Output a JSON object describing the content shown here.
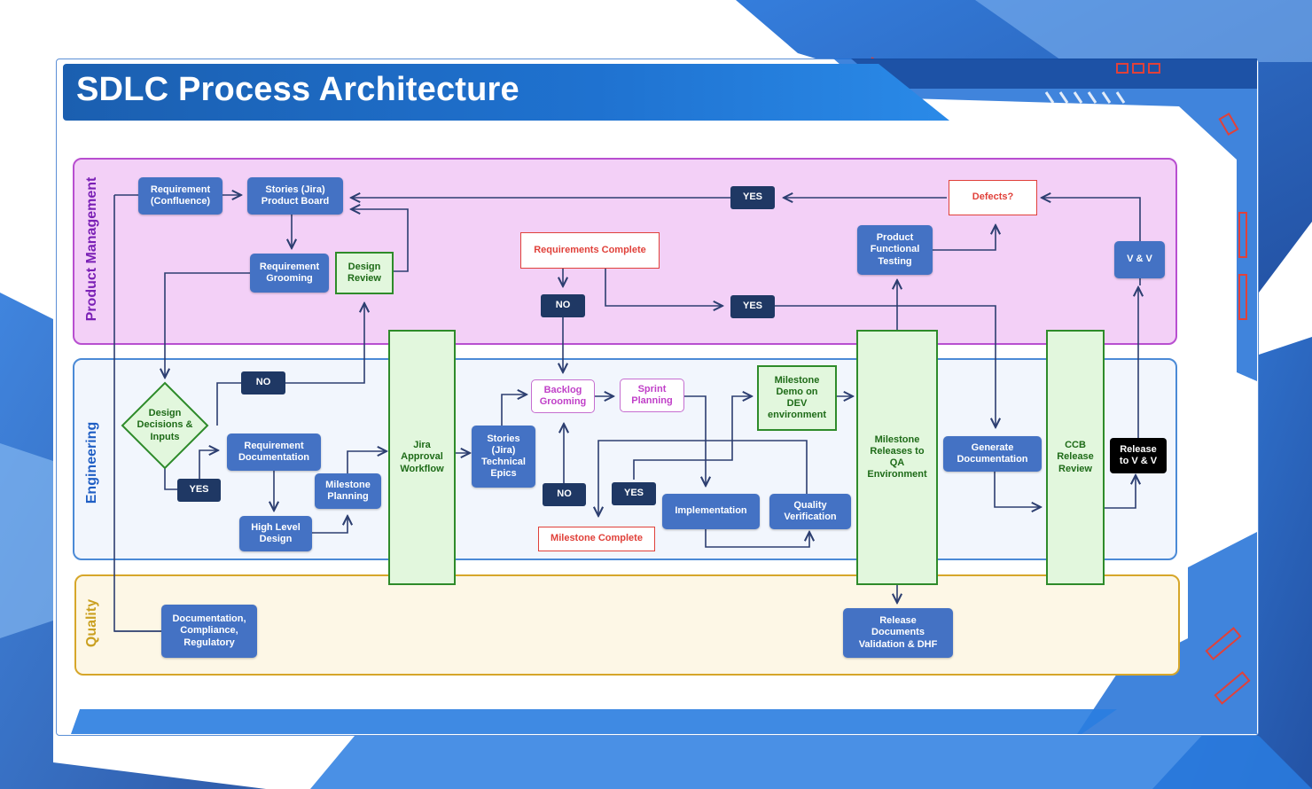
{
  "title": "SDLC Process Architecture",
  "lanes": {
    "pm": "Product Management",
    "eng": "Engineering",
    "qa": "Quality"
  },
  "nodes": {
    "req_confluence": "Requirement\n(Confluence)",
    "stories_pb": "Stories (Jira)\nProduct Board",
    "req_grooming": "Requirement\nGrooming",
    "design_review": "Design\nReview",
    "yes_defects": "YES",
    "defects": "Defects?",
    "req_complete": "Requirements Complete",
    "no_req": "NO",
    "yes_req": "YES",
    "product_func_testing": "Product\nFunctional\nTesting",
    "vv": "V & V",
    "design_decisions": "Design\nDecisions &\nInputs",
    "no_design": "NO",
    "yes_design": "YES",
    "req_documentation": "Requirement\nDocumentation",
    "milestone_planning": "Milestone\nPlanning",
    "high_level_design": "High Level\nDesign",
    "jira_approval": "Jira\nApproval\nWorkflow",
    "stories_epics": "Stories\n(Jira)\nTechnical\nEpics",
    "backlog_grooming": "Backlog\nGrooming",
    "sprint_planning": "Sprint\nPlanning",
    "milestone_demo": "Milestone\nDemo on\nDEV\nenvironment",
    "no_milestone": "NO",
    "yes_milestone": "YES",
    "milestone_complete": "Milestone Complete",
    "implementation": "Implementation",
    "quality_verification": "Quality\nVerification",
    "milestone_releases": "Milestone\nReleases to\nQA\nEnvironment",
    "generate_docs": "Generate\nDocumentation",
    "ccb": "CCB\nRelease\nReview",
    "release_vv": "Release\nto V & V",
    "doc_compliance": "Documentation,\nCompliance,\nRegulatory",
    "release_docs": "Release\nDocuments\nValidation & DHF"
  }
}
